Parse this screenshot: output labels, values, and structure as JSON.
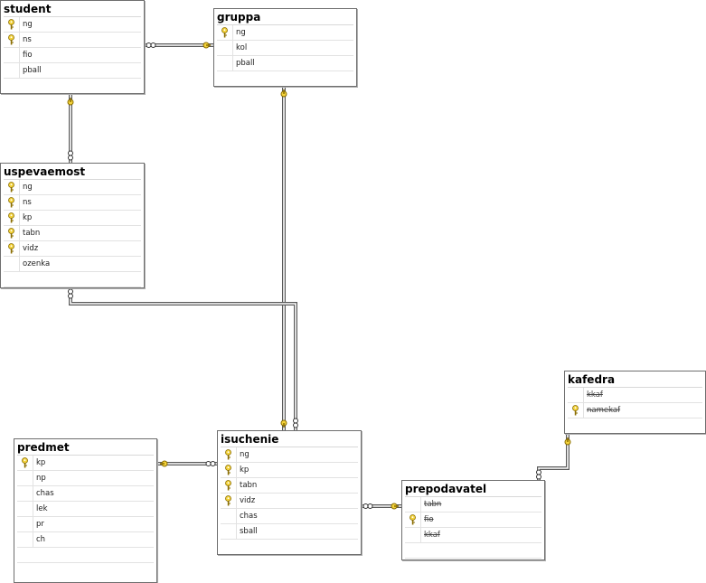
{
  "tables": [
    {
      "id": "student",
      "title": "student",
      "columns": [
        {
          "name": "ng",
          "pk": true
        },
        {
          "name": "ns",
          "pk": true
        },
        {
          "name": "fio",
          "pk": false
        },
        {
          "name": "pball",
          "pk": false
        }
      ]
    },
    {
      "id": "gruppa",
      "title": "gruppa",
      "columns": [
        {
          "name": "ng",
          "pk": true
        },
        {
          "name": "kol",
          "pk": false
        },
        {
          "name": "pball",
          "pk": false
        }
      ]
    },
    {
      "id": "uspevaemost",
      "title": "uspevaemost",
      "columns": [
        {
          "name": "ng",
          "pk": true
        },
        {
          "name": "ns",
          "pk": true
        },
        {
          "name": "kp",
          "pk": true
        },
        {
          "name": "tabn",
          "pk": true
        },
        {
          "name": "vidz",
          "pk": true
        },
        {
          "name": "ozenka",
          "pk": false
        }
      ]
    },
    {
      "id": "kafedra",
      "title": "kafedra",
      "columns": [
        {
          "name": "kkaf",
          "pk": false,
          "strike": true
        },
        {
          "name": "namekaf",
          "pk": true,
          "strike": true
        }
      ]
    },
    {
      "id": "predmet",
      "title": "predmet",
      "columns": [
        {
          "name": "kp",
          "pk": true
        },
        {
          "name": "np",
          "pk": false
        },
        {
          "name": "chas",
          "pk": false
        },
        {
          "name": "lek",
          "pk": false
        },
        {
          "name": "pr",
          "pk": false
        },
        {
          "name": "ch",
          "pk": false
        }
      ]
    },
    {
      "id": "isuchenie",
      "title": "isuchenie",
      "columns": [
        {
          "name": "ng",
          "pk": true
        },
        {
          "name": "kp",
          "pk": true
        },
        {
          "name": "tabn",
          "pk": true
        },
        {
          "name": "vidz",
          "pk": true
        },
        {
          "name": "chas",
          "pk": false
        },
        {
          "name": "sball",
          "pk": false
        }
      ]
    },
    {
      "id": "prepodavatel",
      "title": "prepodavatel",
      "columns": [
        {
          "name": "tabn",
          "pk": false,
          "strike": true
        },
        {
          "name": "fio",
          "pk": true,
          "strike": true
        },
        {
          "name": "kkaf",
          "pk": false,
          "strike": true
        }
      ]
    }
  ],
  "colors": {
    "key": "#f3d23a",
    "key_outline": "#8a6d00",
    "border": "#6e6e6e",
    "line": "#5a5a5a"
  }
}
